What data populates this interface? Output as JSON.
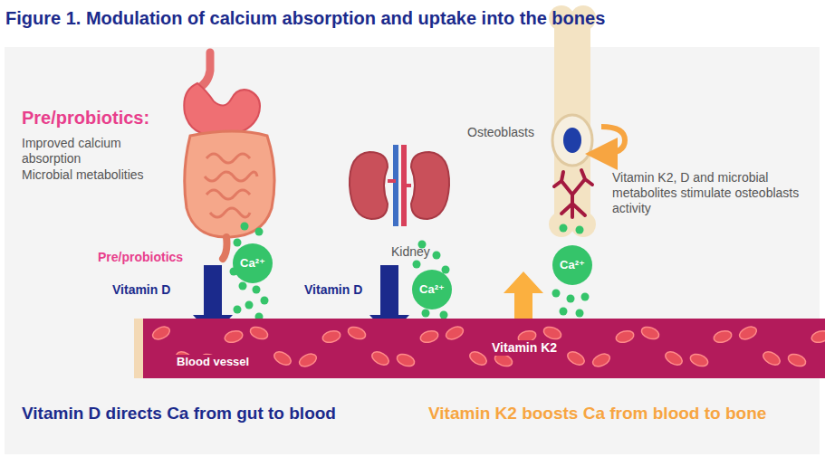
{
  "diagram": {
    "title": "Figure 1. Modulation of calcium absorption and uptake into the bones",
    "nodes": [
      {
        "text": [
          "Ca²⁺"
        ]
      },
      {
        "text": [
          "Ca²⁺"
        ]
      },
      {
        "text": [
          "Ca²⁺"
        ]
      },
      {
        "text": [
          "Blood vessel",
          "Vitamin K2"
        ]
      }
    ],
    "labels": [
      "Pre/probiotics:",
      "Improved calcium absorption",
      "Microbial metabolities",
      "Pre/probiotics",
      "Vitamin D",
      "Kidney",
      "Vitamin D",
      "Osteoblasts",
      "Vitamin K2, D and microbial metabolites stimulate osteoblasts activity",
      "Vitamin D directs Ca from gut to blood",
      "Vitamin K2 boosts Ca from blood to bone"
    ]
  }
}
